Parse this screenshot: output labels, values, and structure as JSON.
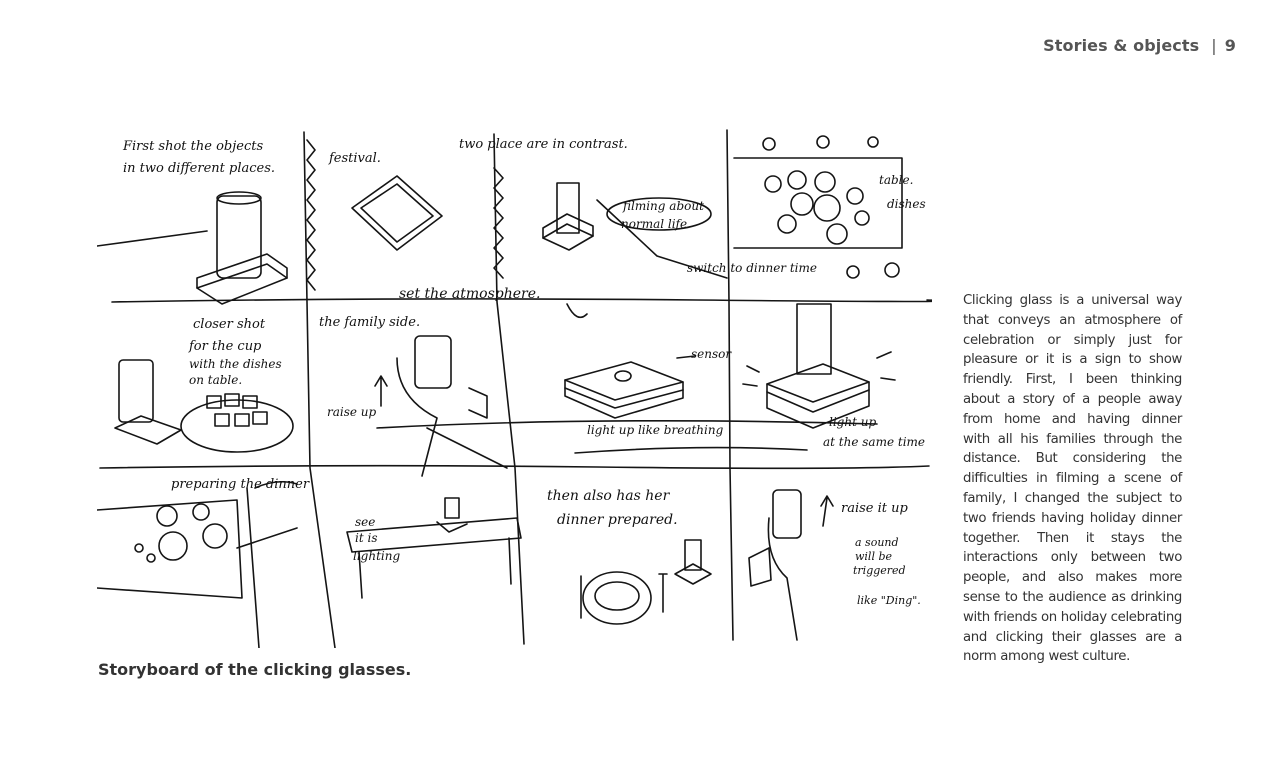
{
  "header": {
    "section": "Stories & objects",
    "divider": "|",
    "page_number": "9"
  },
  "storyboard": {
    "panel_1": [
      "First shot the objects",
      "in two different places."
    ],
    "panel_2": [
      "festival.",
      "set the atmosphere."
    ],
    "panel_3": [
      "two place are in contrast.",
      "filming about",
      "normal life",
      "switch to dinner time"
    ],
    "panel_4": [
      "table.",
      "dishes"
    ],
    "panel_5": [
      "closer shot",
      "for the cup",
      "with the dishes",
      "on table."
    ],
    "panel_6": [
      "the family side.",
      "raise up"
    ],
    "panel_7": [
      "sensor",
      "light up like breathing"
    ],
    "panel_8": [
      "light up",
      "at the same time"
    ],
    "panel_9": [
      "preparing the dinner"
    ],
    "panel_10": [
      "see",
      "it is",
      "lighting"
    ],
    "panel_11": [
      "then also has her",
      "dinner prepared."
    ],
    "panel_12": [
      "raise it up",
      "a sound",
      "will be",
      "triggered",
      "like \"Ding\"."
    ]
  },
  "caption": "Storyboard of the clicking glasses.",
  "body_text": "Clicking glass is a universal way that conveys an atmosphere of celebration or simply just for pleasure or it is a sign to show friendly. First, I been thinking about a story of a people away from home and having dinner with all his families through the distance. But considering the difficulties in filming a scene of family, I changed the subject to two friends having holiday dinner together. Then it stays the interactions only between two people, and also makes more sense to the audience as drinking with friends on holiday celebrating and clicking their glasses are a norm among west culture."
}
